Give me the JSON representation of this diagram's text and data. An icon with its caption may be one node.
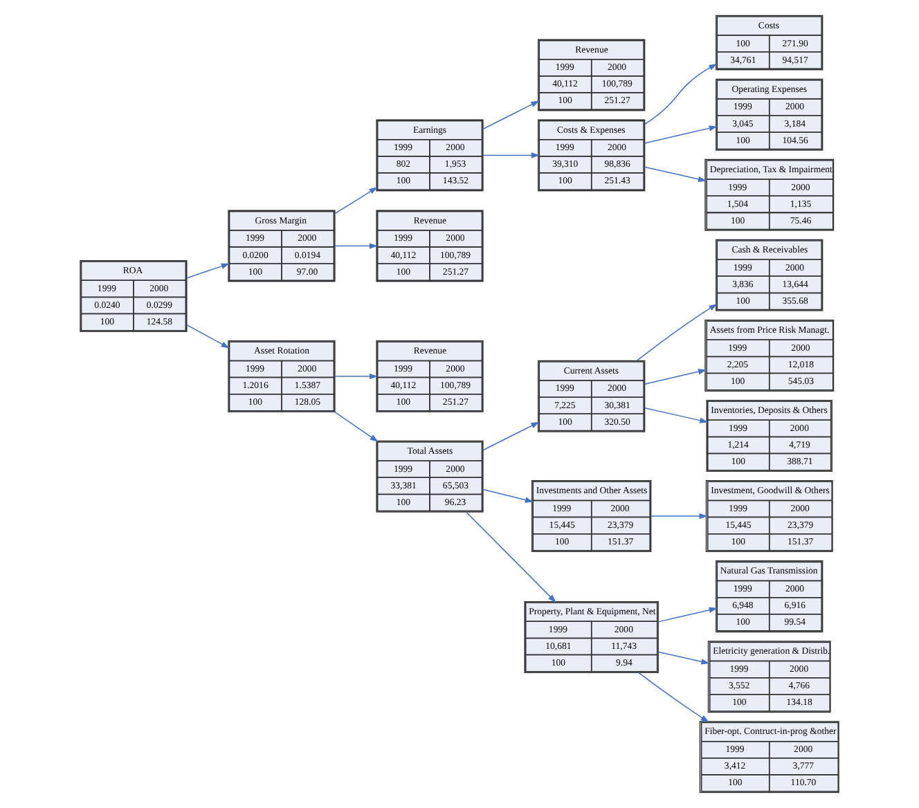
{
  "diagram": {
    "nodes": [
      {
        "text": [
          "ROA",
          "1999",
          "2000",
          "0.0240",
          "0.0299",
          "100",
          "124.58"
        ]
      },
      {
        "text": [
          "Gross Margin",
          "1999",
          "2000",
          "0.0200",
          "0.0194",
          "100",
          "97.00"
        ]
      },
      {
        "text": [
          "Asset Rotation",
          "1999",
          "2000",
          "1.2016",
          "1.5387",
          "100",
          "128.05"
        ]
      },
      {
        "text": [
          "Earnings",
          "1999",
          "2000",
          "802",
          "1,953",
          "100",
          "143.52"
        ]
      },
      {
        "text": [
          "Revenue",
          "1999",
          "2000",
          "40,112",
          "100,789",
          "100",
          "251.27"
        ]
      },
      {
        "text": [
          "Revenue",
          "1999",
          "2000",
          "40,112",
          "100,789",
          "100",
          "251.27"
        ]
      },
      {
        "text": [
          "Total Assets",
          "1999",
          "2000",
          "33,381",
          "65,503",
          "100",
          "96.23"
        ]
      },
      {
        "text": [
          "Revenue",
          "1999",
          "2000",
          "40,112",
          "100,789",
          "100",
          "251.27"
        ]
      },
      {
        "text": [
          "Costs & Expenses",
          "1999",
          "2000",
          "39,310",
          "98,836",
          "100",
          "251.43"
        ]
      },
      {
        "text": [
          "Current Assets",
          "1999",
          "2000",
          "7,225",
          "30,381",
          "100",
          "320.50"
        ]
      },
      {
        "text": [
          "Investments and Other Assets",
          "1999",
          "2000",
          "15,445",
          "23,379",
          "100",
          "151.37"
        ]
      },
      {
        "text": [
          "Property, Plant & Equipment, Net",
          "1999",
          "2000",
          "10,681",
          "11,743",
          "100",
          "9.94"
        ]
      },
      {
        "text": [
          "Costs",
          "100",
          "271.90",
          "34,761",
          "94,517"
        ]
      },
      {
        "text": [
          "Operating Expenses",
          "1999",
          "2000",
          "3,045",
          "3,184",
          "100",
          "104.56"
        ]
      },
      {
        "text": [
          "Depreciation, Tax & Impairment",
          "1999",
          "2000",
          "1,504",
          "1,135",
          "100",
          "75.46"
        ]
      },
      {
        "text": [
          "Cash & Receivables",
          "1999",
          "2000",
          "3,836",
          "13,644",
          "100",
          "355.68"
        ]
      },
      {
        "text": [
          "Assets from Price Risk Managt.",
          "1999",
          "2000",
          "2,205",
          "12,018",
          "100",
          "545.03"
        ]
      },
      {
        "text": [
          "Inventories, Deposits & Others",
          "1999",
          "2000",
          "1,214",
          "4,719",
          "100",
          "388.71"
        ]
      },
      {
        "text": [
          "Investment, Goodwill & Others",
          "1999",
          "2000",
          "15,445",
          "23,379",
          "100",
          "151.37"
        ]
      },
      {
        "text": [
          "Natural Gas Transmission",
          "1999",
          "2000",
          "6,948",
          "6,916",
          "100",
          "99.54"
        ]
      },
      {
        "text": [
          "Eletricity generation & Distrib.",
          "1999",
          "2000",
          "3,552",
          "4,766",
          "100",
          "134.18"
        ]
      },
      {
        "text": [
          "Fiber-opt. Contruct-in-prog &other",
          "1999",
          "2000",
          "3,412",
          "3,777",
          "100",
          "110.70"
        ]
      }
    ],
    "edges": [
      {
        "from": 0,
        "to": 1,
        "arrow": "to"
      },
      {
        "from": 0,
        "to": 2,
        "arrow": "to"
      },
      {
        "from": 1,
        "to": 3,
        "arrow": "to"
      },
      {
        "from": 1,
        "to": 4,
        "arrow": "to"
      },
      {
        "from": 2,
        "to": 5,
        "arrow": "to"
      },
      {
        "from": 2,
        "to": 6,
        "arrow": "to"
      },
      {
        "from": 3,
        "to": 7,
        "arrow": "to"
      },
      {
        "from": 3,
        "to": 8,
        "arrow": "to"
      },
      {
        "from": 6,
        "to": 9,
        "arrow": "to"
      },
      {
        "from": 6,
        "to": 10,
        "arrow": "to"
      },
      {
        "from": 6,
        "to": 11,
        "arrow": "to"
      },
      {
        "from": 8,
        "to": 12,
        "arrow": "to"
      },
      {
        "from": 8,
        "to": 13,
        "arrow": "to"
      },
      {
        "from": 8,
        "to": 14,
        "arrow": "to"
      },
      {
        "from": 9,
        "to": 15,
        "arrow": "to"
      },
      {
        "from": 9,
        "to": 16,
        "arrow": "to"
      },
      {
        "from": 9,
        "to": 17,
        "arrow": "to"
      },
      {
        "from": 10,
        "to": 18,
        "arrow": "to"
      },
      {
        "from": 11,
        "to": 19,
        "arrow": "to"
      },
      {
        "from": 11,
        "to": 20,
        "arrow": "to"
      },
      {
        "from": 11,
        "to": 21,
        "arrow": "to"
      }
    ]
  }
}
